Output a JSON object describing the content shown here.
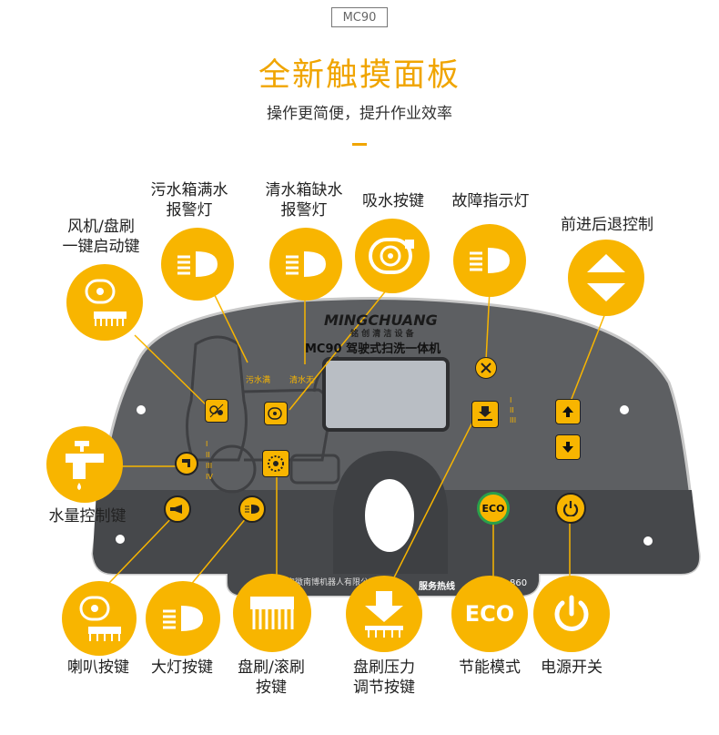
{
  "header": {
    "model_tag": "MC90",
    "title": "全新触摸面板",
    "subtitle": "操作更简便，提升作业效率"
  },
  "panel": {
    "brand": "MINGCHUANG",
    "brand_cn": "铭 创 清 洁 设 备",
    "model_line": "MC90 驾驶式扫洗一体机",
    "dirty_full_label": "污水满",
    "clean_empty_label": "清水无",
    "footer_company": "安徽南博机器人有限公司",
    "footer_hotline": "服务热线",
    "footer_hotline_tail": "860",
    "eco_text": "ECO",
    "levels_3": [
      "I",
      "II",
      "III"
    ],
    "levels_4": [
      "I",
      "II",
      "III",
      "IV"
    ]
  },
  "callouts": {
    "dirty_tank_full": "污水箱满水\n报警灯",
    "clean_tank_empty": "清水箱缺水\n报警灯",
    "suction_button": "吸水按键",
    "fault_light": "故障指示灯",
    "fan_brush_start": "风机/盘刷\n一键启动键",
    "forward_reverse": "前进后退控制",
    "water_control": "水量控制键",
    "horn_button": "喇叭按键",
    "headlight_button": "大灯按键",
    "brush_button": "盘刷/滚刷\n按键",
    "brush_pressure": "盘刷压力\n调节按键",
    "eco_mode": "节能模式",
    "power_switch": "电源开关"
  },
  "icons": [
    "fan-icon",
    "brush-icon",
    "lamp-icon",
    "faucet-icon",
    "arrow-up-icon",
    "arrow-down-icon",
    "power-icon",
    "eco-icon",
    "wrench-icon",
    "pressure-icon"
  ],
  "colors": {
    "accent": "#f8b500",
    "title": "#f0a500",
    "panel": "#5d5f62",
    "panel_dark": "#46484b"
  }
}
